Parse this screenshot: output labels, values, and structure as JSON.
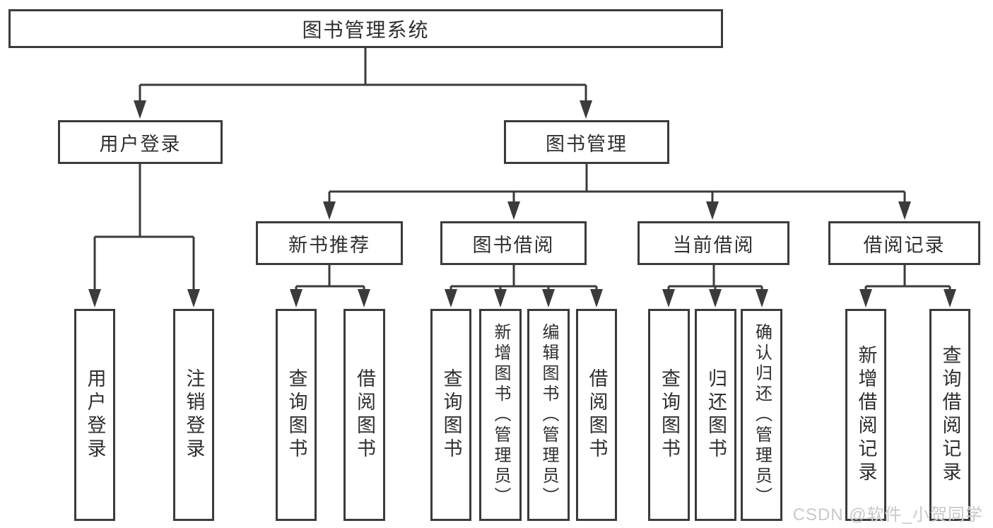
{
  "tree": {
    "root": {
      "label": "图书管理系统"
    },
    "branches": [
      {
        "label": "用户登录",
        "children": [
          {
            "label": "用户登录"
          },
          {
            "label": "注销登录"
          }
        ]
      },
      {
        "label": "图书管理",
        "children": [
          {
            "label": "新书推荐",
            "children": [
              {
                "label": "查询图书"
              },
              {
                "label": "借阅图书"
              }
            ]
          },
          {
            "label": "图书借阅",
            "children": [
              {
                "label": "查询图书"
              },
              {
                "label": "新增图书（管理员）"
              },
              {
                "label": "编辑图书（管理员）"
              },
              {
                "label": "借阅图书"
              }
            ]
          },
          {
            "label": "当前借阅",
            "children": [
              {
                "label": "查询图书"
              },
              {
                "label": "归还图书"
              },
              {
                "label": "确认归还（管理员）"
              }
            ]
          },
          {
            "label": "借阅记录",
            "children": [
              {
                "label": "新增借阅记录"
              },
              {
                "label": "查询借阅记录"
              }
            ]
          }
        ]
      }
    ]
  },
  "watermark": {
    "text": "CSDN @软件_小贺同学",
    "color": "#c9c9c9"
  },
  "style": {
    "line_color": "#3b3b3b",
    "text_color": "#2f2f2f",
    "background": "#ffffff"
  }
}
